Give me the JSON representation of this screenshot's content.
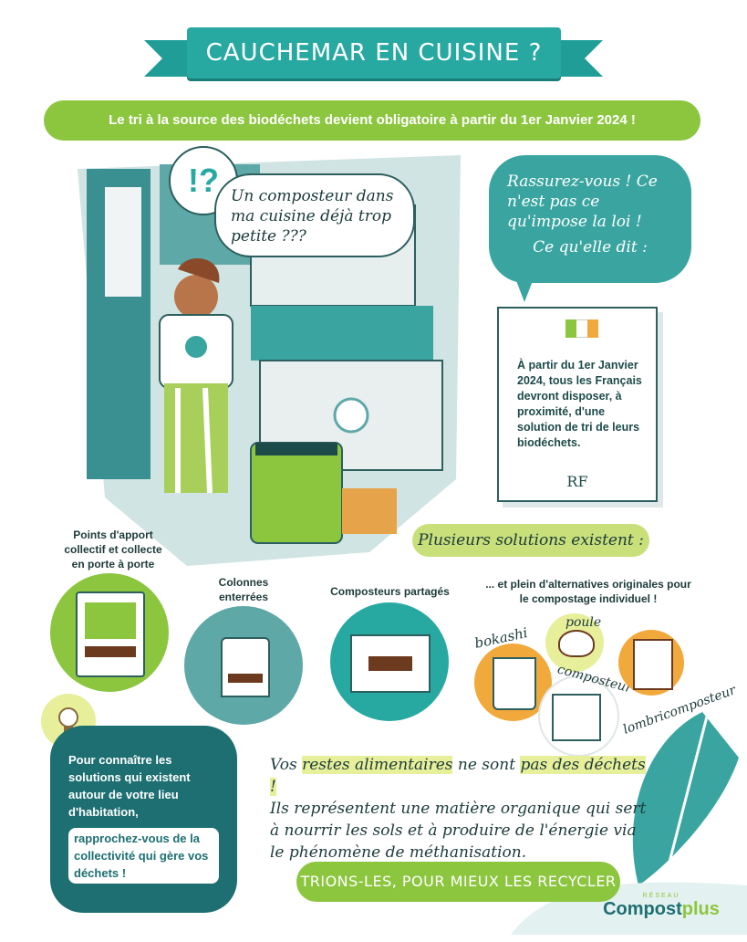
{
  "title": "CAUCHEMAR EN CUISINE ?",
  "banner": "Le tri à la source des biodéchets devient obligatoire à partir du 1er Janvier 2024 !",
  "speech": {
    "exclaim": "!?",
    "text": "Un composteur dans ma cuisine déjà trop petite ???"
  },
  "reassure": {
    "line1": "Rassurez-vous ! Ce n'est pas ce qu'impose la loi !",
    "line2": "Ce qu'elle dit :"
  },
  "law_note": {
    "text": "À partir du 1er Janvier 2024, tous les Français devront disposer, à proximité, d'une solution de tri de leurs biodéchets.",
    "signature": "RF"
  },
  "solutions_title": "Plusieurs solutions existent :",
  "solutions": {
    "points": "Points d'apport collectif et collecte en porte à porte",
    "colonnes": "Colonnes enterrées",
    "partages": "Composteurs partagés",
    "alternatives": "... et plein d'alternatives originales pour le compostage individuel !",
    "bokashi": "bokashi",
    "poule": "poule",
    "composteur": "composteur",
    "lombri": "lombricomposteur"
  },
  "info_box": {
    "text": "Pour connaître les solutions qui existent autour de votre lieu d'habitation,",
    "highlight": "rapprochez-vous de la collectivité qui gère vos déchets !"
  },
  "message": {
    "part1": "Vos",
    "hl1": "restes alimentaires",
    "part2": "ne sont",
    "hl2": "pas des déchets !",
    "body": "Ils représentent une matière organique qui sert à nourrir les sols et à produire de l'énergie via le phénomène de méthanisation."
  },
  "slogan": "TRIONS-LES, POUR MIEUX LES RECYCLER !",
  "logo": {
    "network": "RÉSEAU",
    "name1": "Compost",
    "name2": "plus"
  },
  "colors": {
    "teal": "#27a9a2",
    "green": "#8cc63f",
    "dark_teal": "#1d6f72",
    "orange": "#f2a93b"
  }
}
